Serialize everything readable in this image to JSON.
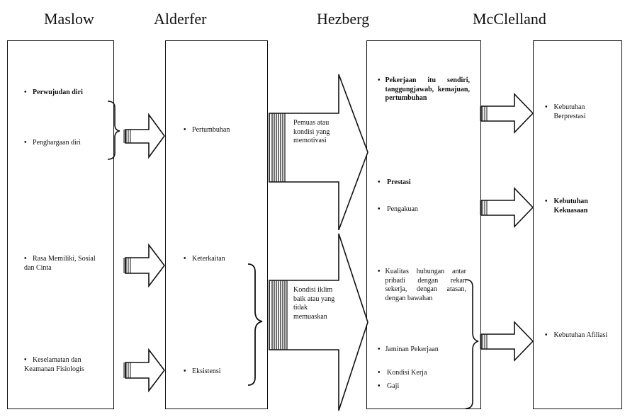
{
  "headings": {
    "maslow": "Maslow",
    "alderfer": "Alderfer",
    "herzberg": "Hezberg",
    "mcclelland": "McClelland"
  },
  "bullet": "•",
  "maslow": {
    "items": [
      "Perwujudan diri",
      "Penghargaan diri",
      "Rasa Memiliki, Sosial dan Cinta",
      "Keselamatan dan Keamanan Fisiologis"
    ]
  },
  "alderfer": {
    "items": [
      "Pertumbuhan",
      "Keterkaitan",
      "Eksistensi"
    ]
  },
  "herzberg_bridge": {
    "motivator": "Pemuas atau kondisi yang memotivasi",
    "hygiene": "Kondisi iklim baik atau yang tidak memuaskan"
  },
  "herzberg": {
    "items": [
      "Pekerjaan itu sendiri, tanggungjawab, kemajuan, pertumbuhan",
      "Prestasi",
      "Pengakuan",
      "Kualitas hubungan antar pribadi dengan rekan sekerja, dengan atasan, dengan bawahan",
      "Jaminan Pekerjaan",
      "Kondisi Kerja",
      "Gaji"
    ]
  },
  "mcclelland": {
    "items": [
      "Kebutuhan Berprestasi",
      "Kebutuhan Kekuasaan",
      "Kebutuhan Afiliasi"
    ]
  }
}
